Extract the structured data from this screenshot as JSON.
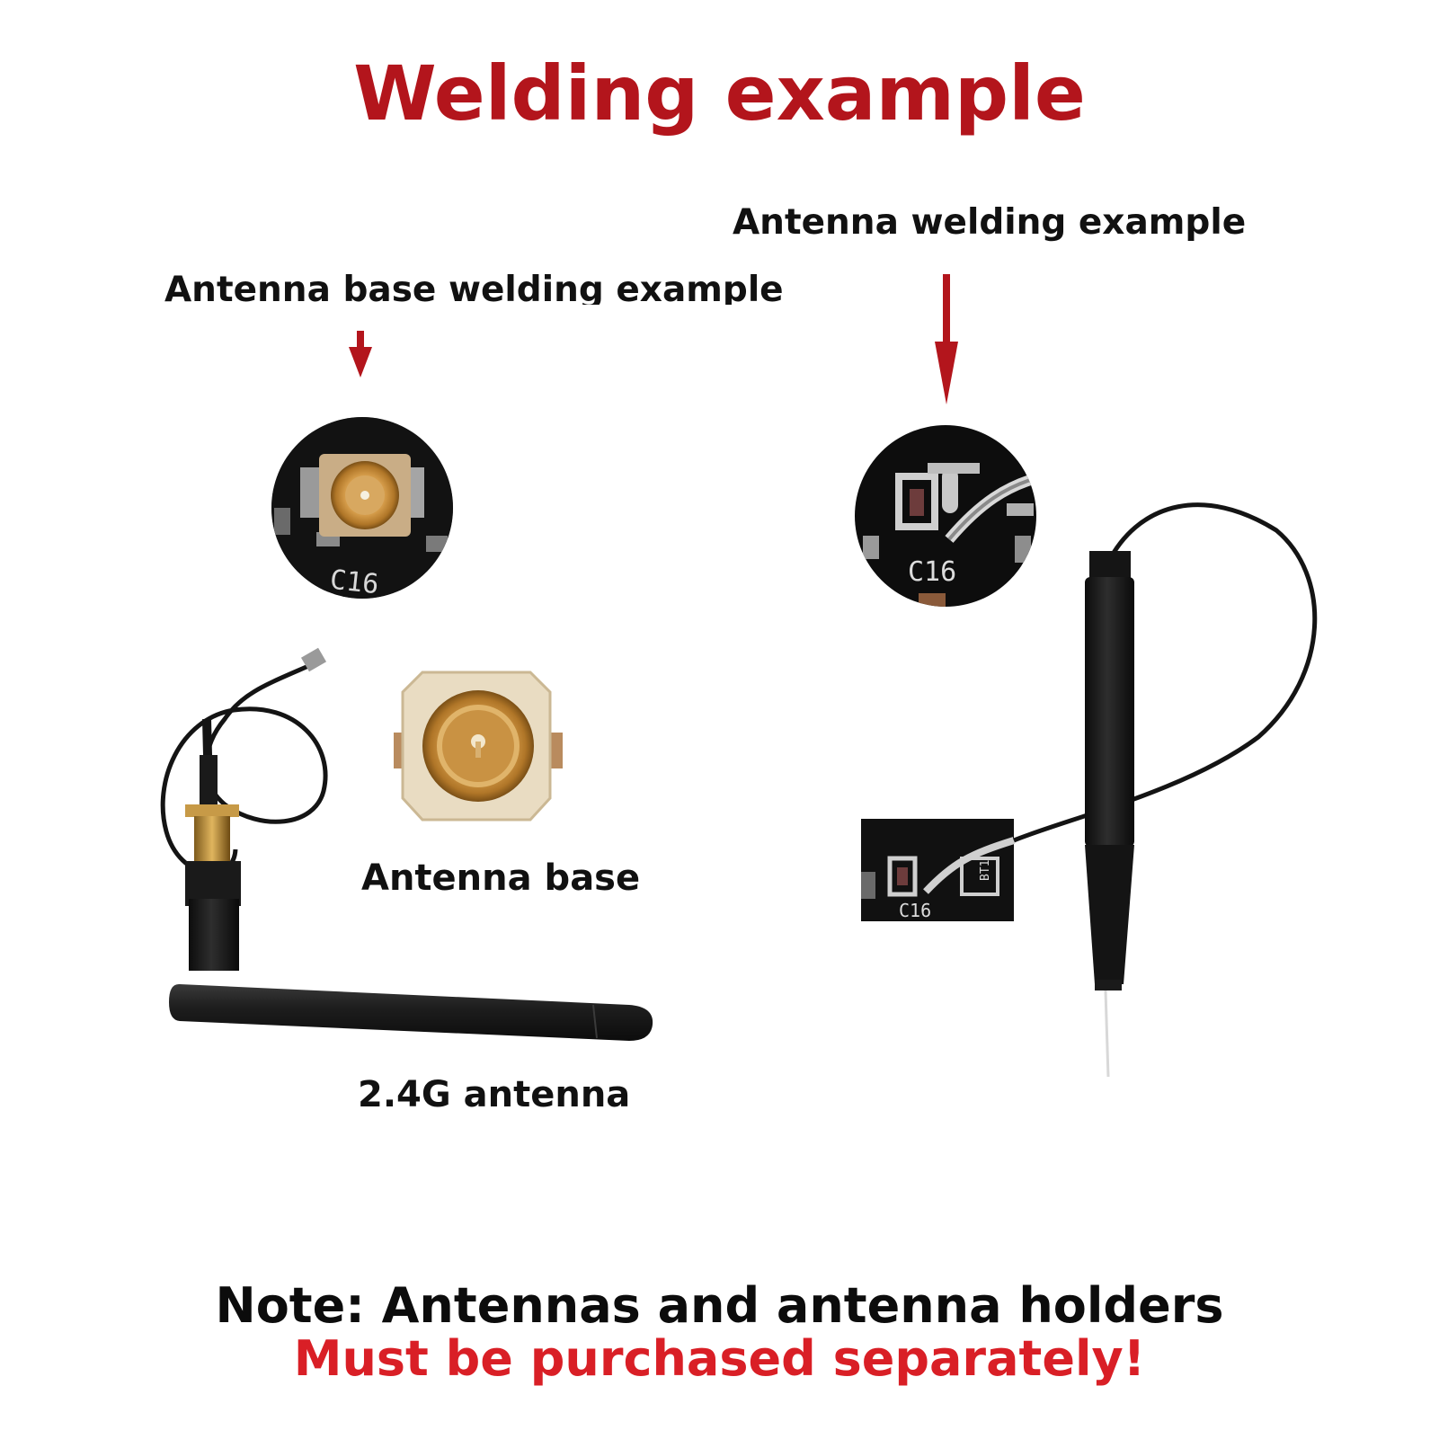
{
  "title": "Welding example",
  "labels": {
    "antenna_base_welding": "Antenna base welding example",
    "antenna_welding": "Antenna welding example",
    "antenna_base": "Antenna base",
    "antenna_24g": "2.4G antenna"
  },
  "pcb_silkscreen": {
    "component_ref": "C16",
    "component_ref_small": "BT1"
  },
  "note": {
    "line1": "Note: Antennas and antenna holders",
    "line2": "Must be purchased separately!"
  },
  "colors": {
    "title": "#b3151c",
    "arrow": "#b3151c",
    "note_warning": "#d91f26",
    "text": "#111111"
  }
}
